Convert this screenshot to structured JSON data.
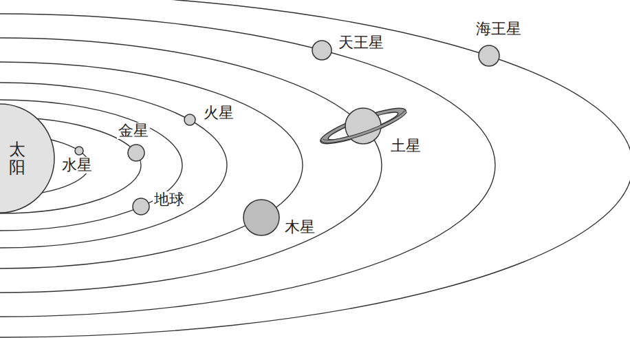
{
  "diagram": {
    "nodes": [
      {
        "text": [
          "太阳"
        ]
      }
    ],
    "labels": [
      "水星",
      "金星",
      "地球",
      "火星",
      "木星",
      "土星",
      "天王星",
      "海王星"
    ]
  }
}
